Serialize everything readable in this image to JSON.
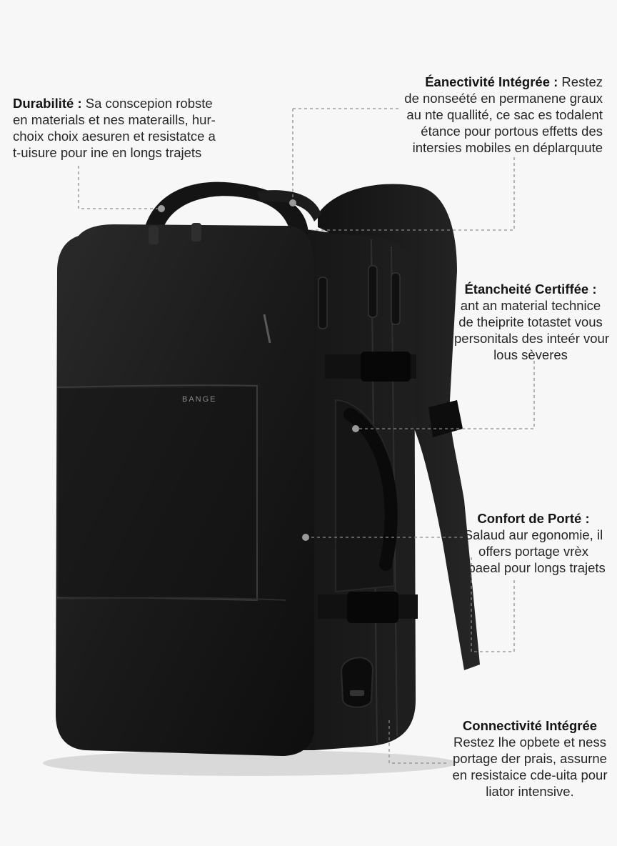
{
  "brand_label": "BANGE",
  "colors": {
    "background": "#f7f7f7",
    "bag_body": "#1b1b1b",
    "bag_shade": "#0d0d0d",
    "leader_line": "#8c8c8c",
    "text": "#262626"
  },
  "callouts": [
    {
      "id": "durabilite",
      "title": "Durabilité :",
      "lines": [
        "Sa conscepion robste",
        "en materials et nes materaills, hur-",
        "choix choix aesuren et resistatce a",
        "t-uisure pour ine en longs trajets"
      ]
    },
    {
      "id": "connectivite-haut",
      "title": "Éanectivité Intégrée :",
      "lines": [
        "Restez",
        "de nonseété en permanene graux",
        "au nte quallité, ce sac es todalent",
        "étance pour portous effetts des",
        "intersies mobiles en déplarquute"
      ]
    },
    {
      "id": "etancheite",
      "title": "Étancheité Certiffée :",
      "lines": [
        "ant an material technice",
        "de theiprite totastet vous",
        "personitals des inteér vour",
        "lous sèveres"
      ]
    },
    {
      "id": "confort",
      "title": "Confort de Porté :",
      "lines": [
        "Salaud aur egonomie, il",
        "offers portage vrèx",
        "spaeal pour longs trajets"
      ]
    },
    {
      "id": "connectivite-bas",
      "title": "Connectivité Intégrée",
      "lines": [
        "Restez lhe opbete et ness",
        "portage der prais, assurne",
        "en resistaice cde-uita pour",
        "liator intensive."
      ]
    }
  ]
}
